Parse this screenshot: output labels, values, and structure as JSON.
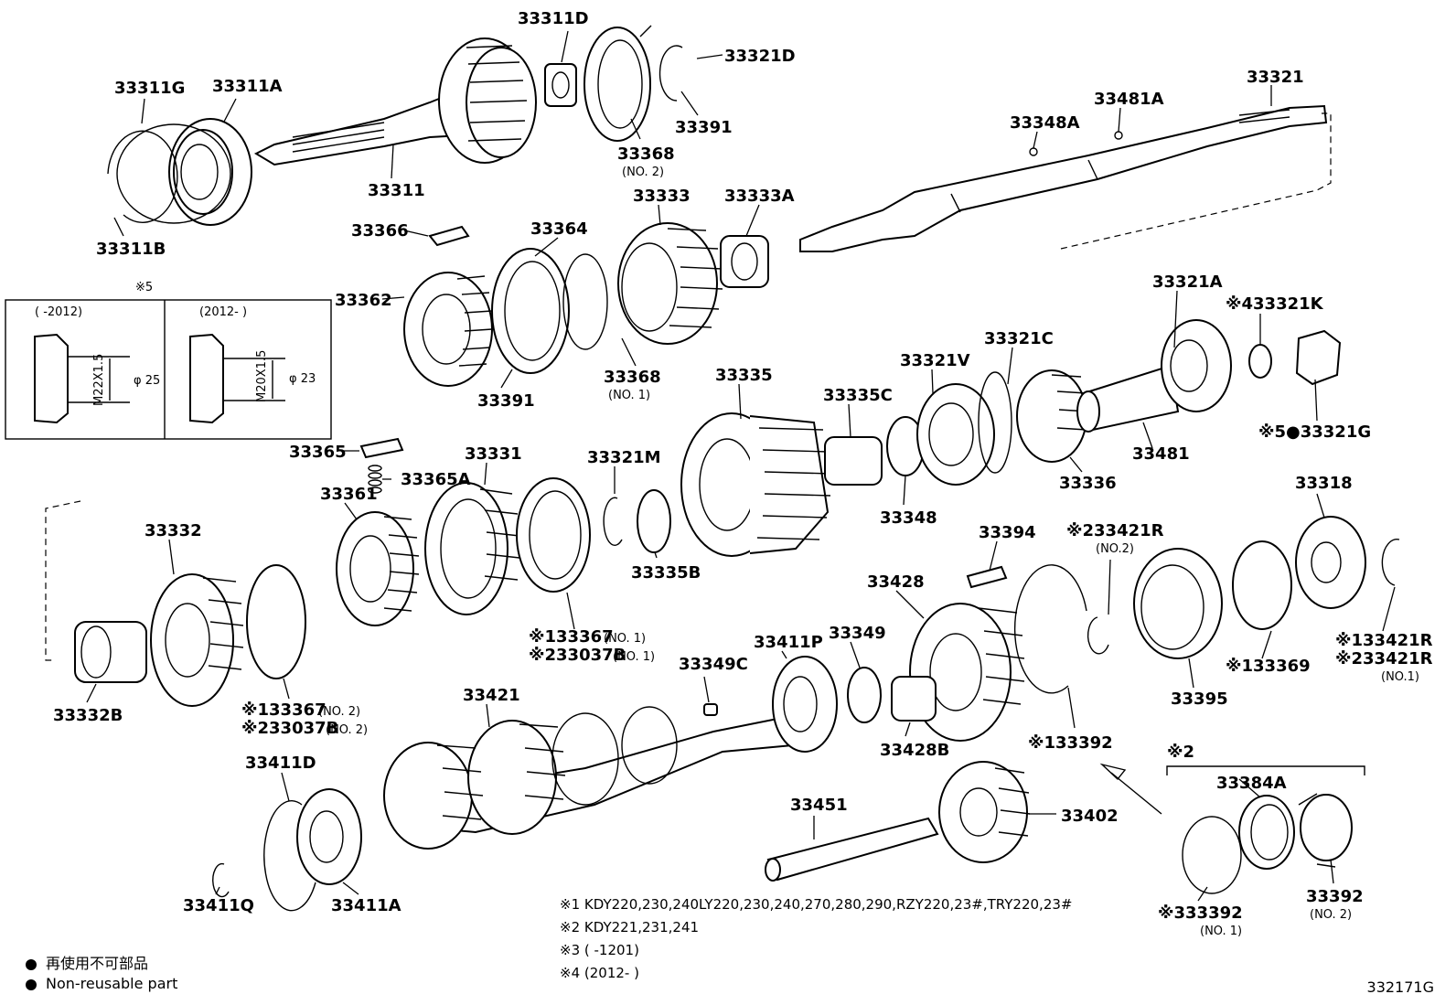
{
  "labels": [
    {
      "id": "33311D",
      "text": "33311D"
    },
    {
      "id": "33321D",
      "text": "33321D"
    },
    {
      "id": "33311G",
      "text": "33311G"
    },
    {
      "id": "33311A",
      "text": "33311A"
    },
    {
      "id": "33391a",
      "text": "33391"
    },
    {
      "id": "33368-2",
      "text": "33368",
      "sub": "(NO. 2)"
    },
    {
      "id": "33311",
      "text": "33311"
    },
    {
      "id": "33311B",
      "text": "33311B"
    },
    {
      "id": "33321",
      "text": "33321"
    },
    {
      "id": "33481A",
      "text": "33481A"
    },
    {
      "id": "33348A",
      "text": "33348A"
    },
    {
      "id": "33333",
      "text": "33333"
    },
    {
      "id": "33333A",
      "text": "33333A"
    },
    {
      "id": "33366",
      "text": "33366"
    },
    {
      "id": "33364",
      "text": "33364"
    },
    {
      "id": "33362",
      "text": "33362"
    },
    {
      "id": "33368-1",
      "text": "33368",
      "sub": "(NO. 1)"
    },
    {
      "id": "33391b",
      "text": "33391"
    },
    {
      "id": "33321A",
      "text": "33321A"
    },
    {
      "id": "33321K",
      "text": "※433321K"
    },
    {
      "id": "33321C",
      "text": "33321C"
    },
    {
      "id": "33321V",
      "text": "33321V"
    },
    {
      "id": "33335",
      "text": "33335"
    },
    {
      "id": "33335C",
      "text": "33335C"
    },
    {
      "id": "33321G",
      "text": "※5●33321G"
    },
    {
      "id": "33481",
      "text": "33481"
    },
    {
      "id": "33336",
      "text": "33336"
    },
    {
      "id": "33348",
      "text": "33348"
    },
    {
      "id": "33365",
      "text": "33365"
    },
    {
      "id": "33365A",
      "text": "33365A"
    },
    {
      "id": "33331",
      "text": "33331"
    },
    {
      "id": "33321M",
      "text": "33321M"
    },
    {
      "id": "33361",
      "text": "33361"
    },
    {
      "id": "33335B",
      "text": "33335B"
    },
    {
      "id": "33332",
      "text": "33332"
    },
    {
      "id": "33394",
      "text": "33394"
    },
    {
      "id": "33421R-2",
      "text": "※233421R",
      "sub": "(NO.2)"
    },
    {
      "id": "33318",
      "text": "33318"
    },
    {
      "id": "33428",
      "text": "33428"
    },
    {
      "id": "33367-1",
      "text": "※133367",
      "sub": "(NO. 1)"
    },
    {
      "id": "33037B-1",
      "text": "※233037B",
      "sub": "(NO. 1)"
    },
    {
      "id": "33411P",
      "text": "33411P"
    },
    {
      "id": "33349",
      "text": "33349"
    },
    {
      "id": "33349C",
      "text": "33349C"
    },
    {
      "id": "33369",
      "text": "※133369"
    },
    {
      "id": "33421R-1a",
      "text": "※133421R"
    },
    {
      "id": "33421R-1b",
      "text": "※233421R",
      "sub": "(NO.1)"
    },
    {
      "id": "33395",
      "text": "33395"
    },
    {
      "id": "33332B",
      "text": "33332B"
    },
    {
      "id": "33367-2",
      "text": "※133367",
      "sub": "(NO. 2)"
    },
    {
      "id": "33037B-2",
      "text": "※233037B",
      "sub": "(NO. 2)"
    },
    {
      "id": "33421",
      "text": "33421"
    },
    {
      "id": "33428B",
      "text": "33428B"
    },
    {
      "id": "33392a",
      "text": "※133392"
    },
    {
      "id": "33411D",
      "text": "33411D"
    },
    {
      "id": "33451",
      "text": "33451"
    },
    {
      "id": "33402",
      "text": "33402"
    },
    {
      "id": "33384A",
      "text": "33384A"
    },
    {
      "id": "33411Q",
      "text": "33411Q"
    },
    {
      "id": "33411A",
      "text": "33411A"
    },
    {
      "id": "33392-1",
      "text": "※333392",
      "sub": "(NO. 1)"
    },
    {
      "id": "33392-2",
      "text": "33392",
      "sub": "(NO. 2)"
    }
  ],
  "inset": {
    "mark": "※5",
    "left_header": "(        -2012)",
    "right_header": "(2012-        )",
    "left_thread": "M22X1.5",
    "left_dia": "φ 25",
    "right_thread": "M20X1.5",
    "right_dia": "φ 23"
  },
  "group2_mark": "※2",
  "notes": [
    "※1 KDY220,230,240LY220,230,240,270,280,290,RZY220,23#,TRY220,23#",
    "※2 KDY221,231,241",
    "※3 (        -1201)",
    "※4 (2012-        )"
  ],
  "legend": {
    "jp": "再使用不可部品",
    "en": "Non-reusable part"
  },
  "diagram_code": "332171G"
}
